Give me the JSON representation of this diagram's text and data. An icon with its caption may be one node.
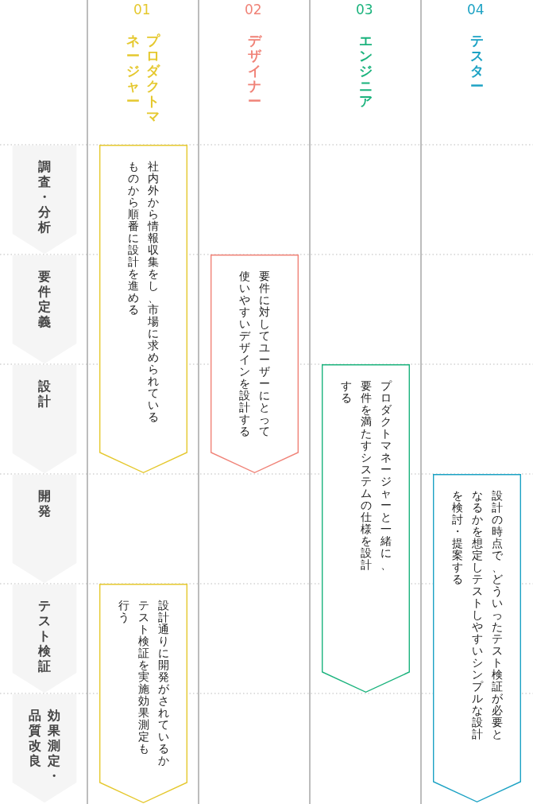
{
  "diagram": {
    "nodes": [
      {
        "text": [
          "調査・分析"
        ]
      },
      {
        "text": [
          "要件定義"
        ]
      },
      {
        "text": [
          "設計"
        ]
      },
      {
        "text": [
          "開発"
        ]
      },
      {
        "text": [
          "テスト検証"
        ]
      },
      {
        "text": [
          "効果測定・品質改良"
        ]
      },
      {
        "text": [
          "社内外から情報収集をし、市場に求められているものから順番に設計を進める"
        ]
      },
      {
        "text": [
          "要件に対してユーザーにとって使いやすいデザインを設計する"
        ]
      },
      {
        "text": [
          "プロダクトマネージャーと一緒に、要件を満たすシステムの仕様を設計する"
        ]
      },
      {
        "text": [
          "設計の時点で、どういったテスト検証が必要となるかを想定しテストしやすいシンプルな設計を検討・提案する"
        ]
      },
      {
        "text": [
          "設計通りに開発がされているかテスト検証を実施効果測定も行う"
        ]
      }
    ],
    "edges": [],
    "labels": [
      "01",
      "プロダクトマネージャー",
      "02",
      "デザイナー",
      "03",
      "エンジニア",
      "04",
      "テスター"
    ]
  }
}
